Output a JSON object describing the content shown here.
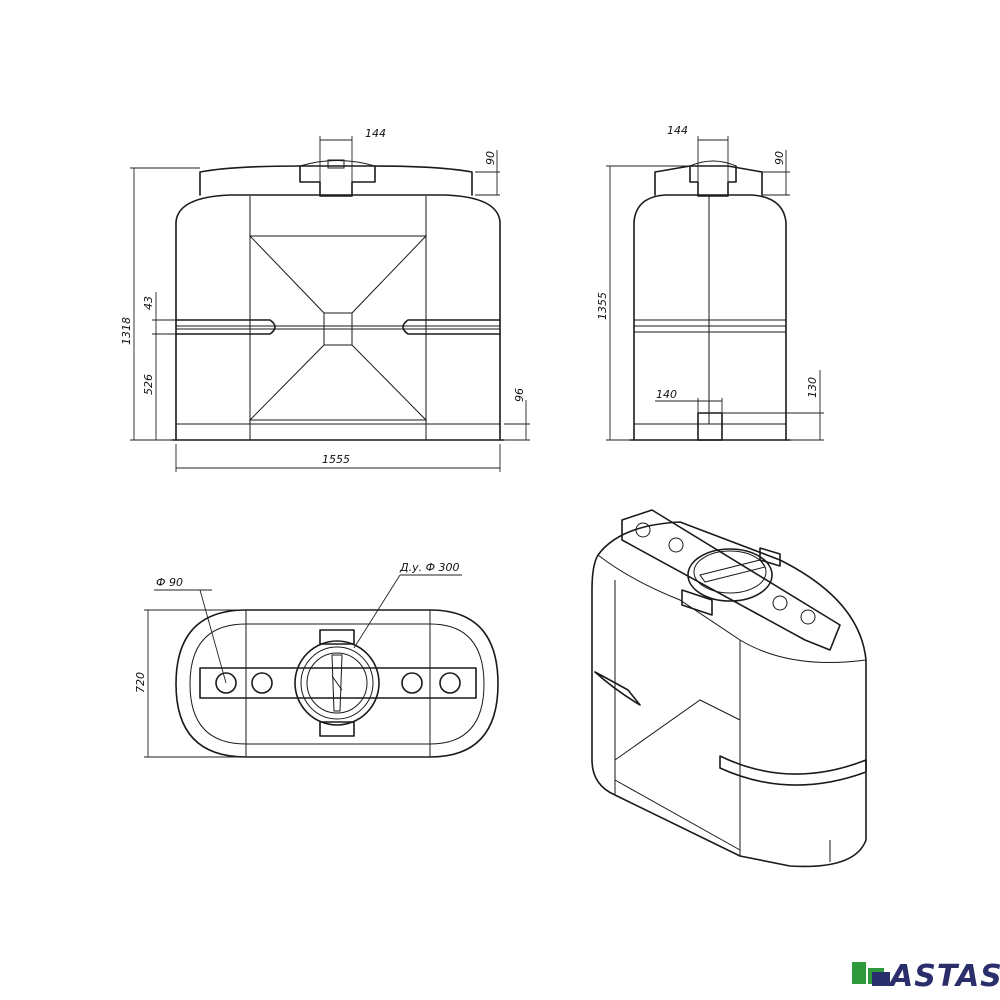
{
  "front_view": {
    "top_width": "144",
    "neck_height": "90",
    "total_height": "1318",
    "groove_height": "43",
    "lower_height": "526",
    "base_height": "96",
    "total_width": "1555"
  },
  "side_view": {
    "top_width": "144",
    "neck_height": "90",
    "total_height": "1355",
    "outlet_width": "140",
    "outlet_height": "130"
  },
  "top_view": {
    "hole_diameter": "Ф 90",
    "lid_diameter": "Д.у. Ф 300",
    "depth": "720"
  },
  "logo": {
    "text": "ASTAS",
    "colors": {
      "green": "#2e9a3c",
      "blue": "#2a2e6a"
    }
  }
}
